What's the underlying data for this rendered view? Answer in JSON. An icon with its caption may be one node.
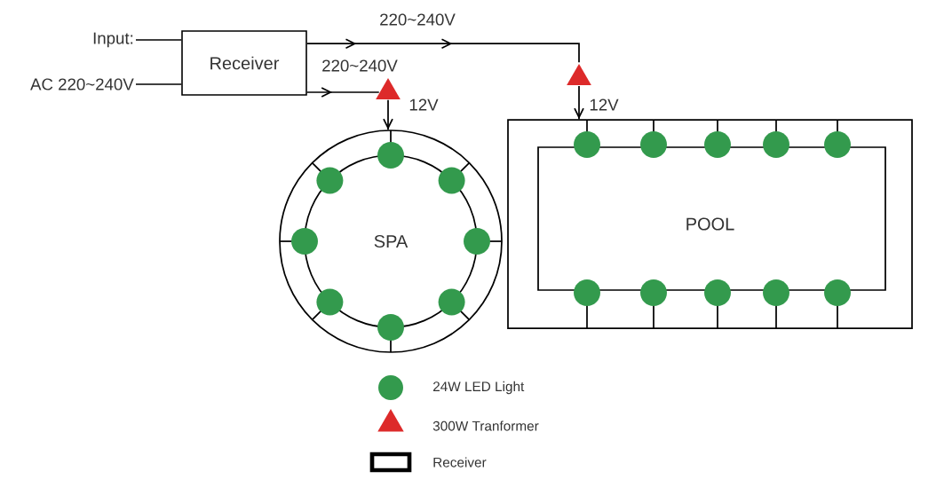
{
  "diagram": {
    "nodes": [
      {
        "text": [
          "Input:"
        ]
      },
      {
        "text": [
          "AC 220~240V"
        ]
      },
      {
        "text": [
          "Receiver"
        ]
      },
      {
        "text": [],
        "shape": "triangle"
      },
      {
        "text": [],
        "shape": "triangle"
      },
      {
        "text": [
          "SPA"
        ]
      },
      {
        "text": [
          "POOL"
        ]
      }
    ],
    "edges": [
      {
        "from": 0,
        "to": 2,
        "arrow": "none"
      },
      {
        "from": 1,
        "to": 2,
        "arrow": "none"
      },
      {
        "from": 2,
        "to": 4,
        "arrow": "to",
        "label": "220~240V"
      },
      {
        "from": 2,
        "to": 3,
        "arrow": "to",
        "label": "220~240V"
      },
      {
        "from": 3,
        "to": 5,
        "arrow": "to",
        "label": "12V"
      },
      {
        "from": 4,
        "to": 6,
        "arrow": "to",
        "label": "12V"
      }
    ],
    "legend": [
      {
        "text": "24W LED Light",
        "color": "#339a4d"
      },
      {
        "text": "300W Tranformer",
        "color": "#dd2a2a"
      },
      {
        "text": "Receiver"
      }
    ]
  }
}
